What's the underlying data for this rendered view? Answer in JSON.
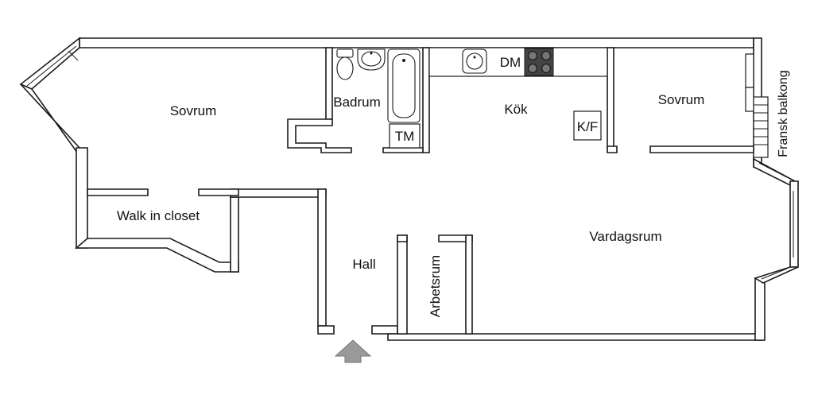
{
  "rooms": {
    "sovrum_left": "Sovrum",
    "badrum": "Badrum",
    "tm": "TM",
    "dm": "DM",
    "kok": "Kök",
    "kf": "K/F",
    "sovrum_right": "Sovrum",
    "fransk_balkong": "Fransk balkong",
    "walk_in_closet": "Walk in closet",
    "hall": "Hall",
    "arbetsrum": "Arbetsrum",
    "vardagsrum": "Vardagsrum"
  },
  "colors": {
    "wall": "#1a1a1a",
    "entrance_arrow": "#9a9a9a",
    "stove": "#444444"
  },
  "icons": {
    "entrance": "entrance-arrow-icon",
    "stove": "stove-icon",
    "sink": "sink-icon",
    "toilet": "toilet-icon",
    "bathtub": "bathtub-icon",
    "washbasin": "washbasin-icon"
  }
}
